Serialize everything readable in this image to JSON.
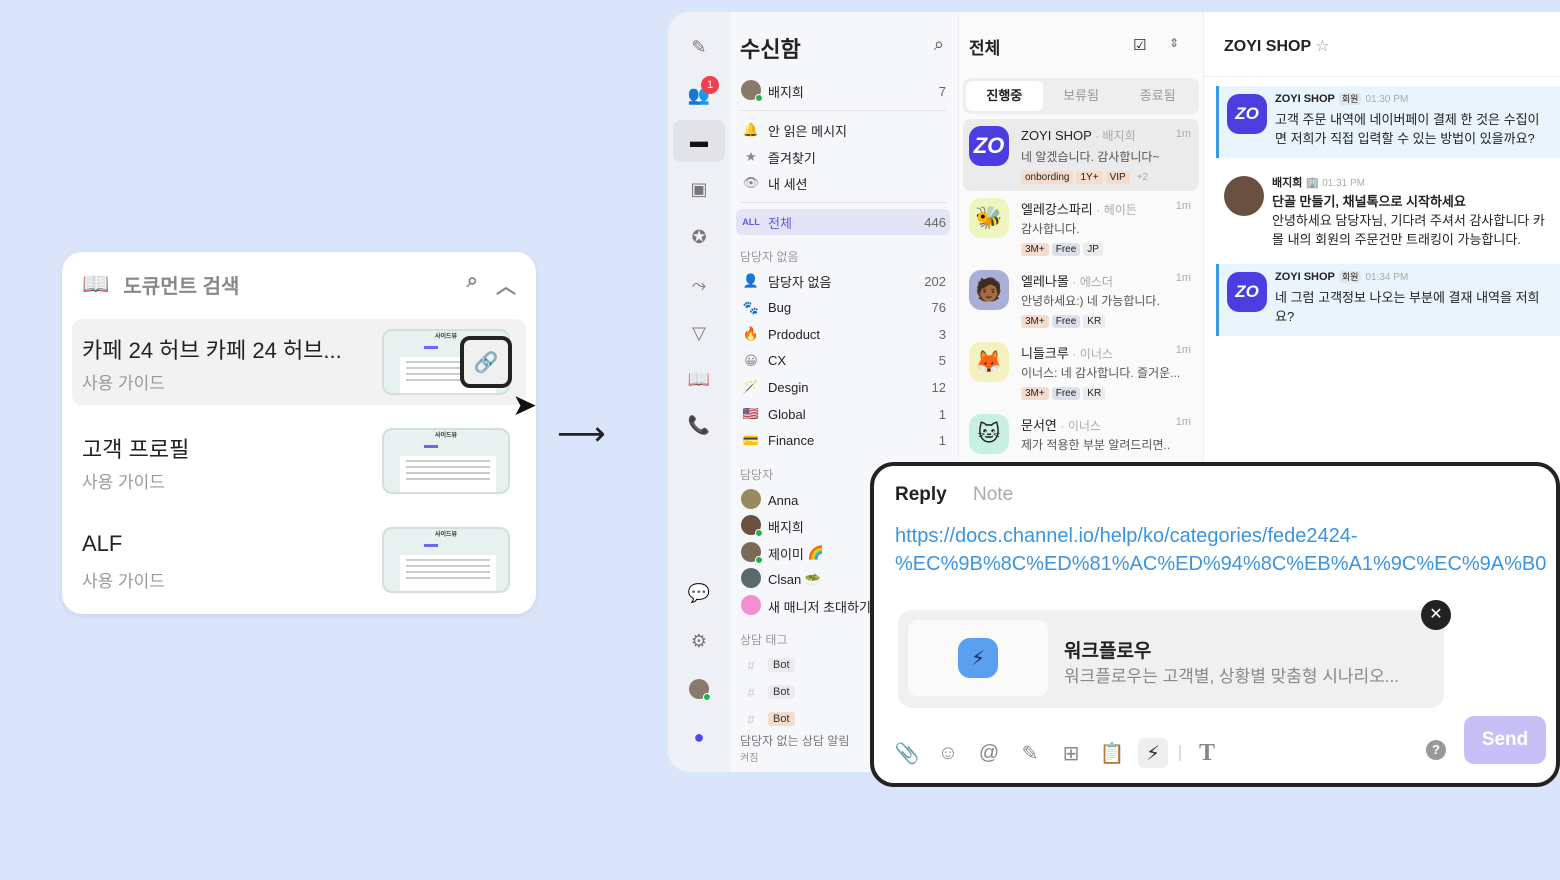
{
  "doc_panel": {
    "title": "도큐먼트 검색",
    "items": [
      {
        "title": "카페 24 허브 카페 24 허브...",
        "subtitle": "사용 가이드",
        "thumb_title": "사이드뷰"
      },
      {
        "title": "고객 프로필",
        "subtitle": "사용 가이드",
        "thumb_title": "사이드뷰"
      },
      {
        "title": "ALF",
        "subtitle": "사용 가이드",
        "thumb_title": "사이드뷰"
      }
    ]
  },
  "rail": {
    "badge": "1"
  },
  "inbox": {
    "title": "수신함",
    "me": {
      "name": "배지희",
      "count": "7"
    },
    "quick": [
      "안 읽은 메시지",
      "즐겨찾기",
      "내 세션"
    ],
    "all": {
      "icon": "ALL",
      "label": "전체",
      "count": "446"
    },
    "unassigned_header": "담당자 없음",
    "unassigned": [
      {
        "icon": "👤",
        "label": "담당자 없음",
        "count": "202"
      },
      {
        "icon": "🐾",
        "label": "Bug",
        "count": "76"
      },
      {
        "icon": "🔥",
        "label": "Prdoduct",
        "count": "3"
      },
      {
        "icon": "😀",
        "label": "CX",
        "count": "5"
      },
      {
        "icon": "🪄",
        "label": "Desgin",
        "count": "12"
      },
      {
        "icon": "🇺🇸",
        "label": "Global",
        "count": "1"
      },
      {
        "icon": "💳",
        "label": "Finance",
        "count": "1"
      }
    ],
    "managers_header": "담당자",
    "managers": [
      {
        "label": "Anna",
        "emoji": ""
      },
      {
        "label": "배지희",
        "emoji": ""
      },
      {
        "label": "제이미",
        "emoji": "🌈"
      },
      {
        "label": "Clsan",
        "emoji": "🥗"
      },
      {
        "label": "새 매니저 초대하기",
        "emoji": ""
      }
    ],
    "tags_header": "상담 태그",
    "tags": [
      "Bot",
      "Bot",
      "Bot"
    ],
    "alert": {
      "title": "담당자 없는 상담 알림",
      "state": "켜짐"
    }
  },
  "list": {
    "title": "전체",
    "tabs": [
      "진행중",
      "보류됨",
      "종료됨"
    ],
    "conversations": [
      {
        "avatar": "ZO",
        "name": "ZOYI SHOP",
        "agent": "· 배지희",
        "time": "1m",
        "message": "네 알겠습니다. 감사합니다~",
        "tags": [
          "onbording",
          "1Y+",
          "VIP"
        ],
        "more": "+2"
      },
      {
        "avatar": "🐝",
        "name": "엘레강스파리",
        "agent": "· 헤이든",
        "time": "1m",
        "message": "감사합니다.",
        "tags": [
          "3M+",
          "Free",
          "JP"
        ]
      },
      {
        "avatar": "🧑🏾",
        "name": "엘레나몰",
        "agent": "· 에스더",
        "time": "1m",
        "message": "안녕하세요:) 네 가능합니다.",
        "tags": [
          "3M+",
          "Free",
          "KR"
        ]
      },
      {
        "avatar": "🦊",
        "name": "니들크루",
        "agent": "· 이너스",
        "time": "1m",
        "message": "이너스: 네 감사합니다. 즐거운...",
        "tags": [
          "3M+",
          "Free",
          "KR"
        ]
      },
      {
        "avatar": "🐱",
        "name": "문서연",
        "agent": "· 이너스",
        "time": "1m",
        "message": "제가 적용한 부분 알려드리면.."
      }
    ]
  },
  "chat": {
    "title": "ZOYI SHOP",
    "messages": [
      {
        "author": "ZOYI SHOP",
        "role": "회원",
        "time": "01:30 PM",
        "lines": [
          "고객 주문 내역에 네이버페이 결제 한 것은 수집이",
          "면 저희가 직접 입력할 수 있는 방법이 있을까요?"
        ]
      },
      {
        "author": "배지희",
        "time": "01:31 PM",
        "headline": "단골 만들기, 채널톡으로 시작하세요",
        "lines": [
          "안녕하세요 담당자님, 기다려 주셔서 감사합니다 카",
          "몰 내의 회원의 주문건만 트래킹이 가능합니다."
        ]
      },
      {
        "author": "ZOYI SHOP",
        "role": "회원",
        "time": "01:34 PM",
        "lines": [
          "네 그럼 고객정보 나오는 부분에 결재 내역을 저희",
          "요?"
        ]
      }
    ]
  },
  "composer": {
    "tabs": [
      "Reply",
      "Note"
    ],
    "url_lines": [
      "https://docs.channel.io/help/ko/categories/fede2424-",
      "%EC%9B%8C%ED%81%AC%ED%94%8C%EB%A1%9C%EC%9A%B0"
    ],
    "card": {
      "title": "워크플로우",
      "desc": "워크플로우는 고객별, 상황별 맞춤형 시나리오..."
    },
    "send": "Send",
    "help": "?"
  },
  "colors": {
    "background": "#dae5fc",
    "accent": "#5a5ae6",
    "link": "#3a94e0",
    "send": "#c6c0f6"
  }
}
